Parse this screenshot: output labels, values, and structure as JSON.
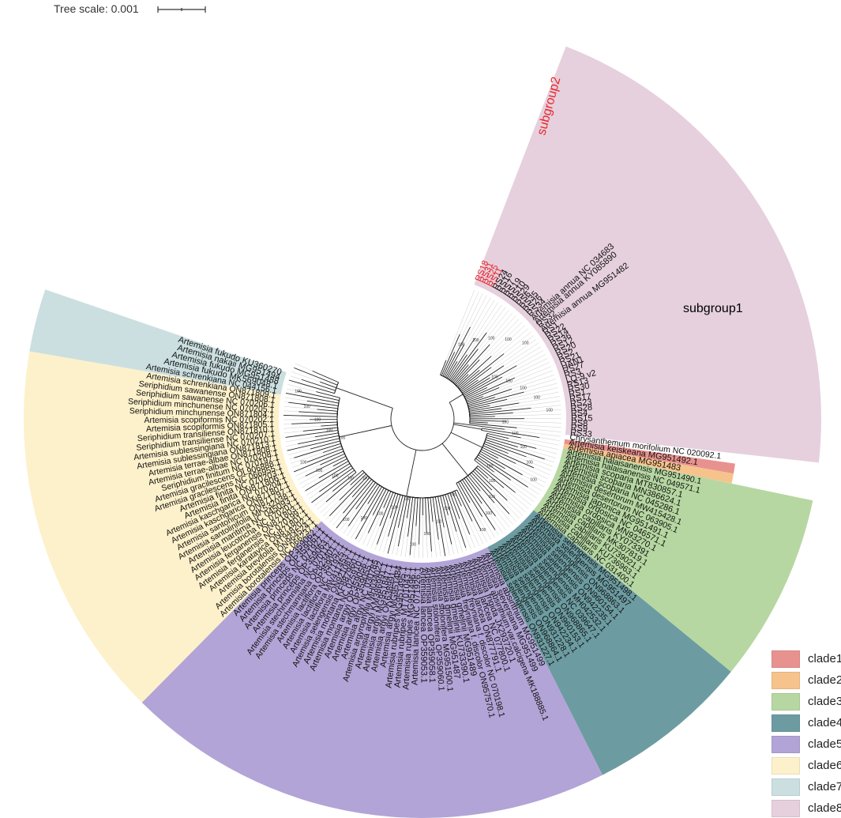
{
  "scale": {
    "label": "Tree scale: 0.001"
  },
  "subgroups": [
    {
      "name": "subgroup1",
      "color": "#000000"
    },
    {
      "name": "subgroup2",
      "color": "#e8262b"
    }
  ],
  "clades": [
    {
      "name": "clade1",
      "color": "#e8928f"
    },
    {
      "name": "clade2",
      "color": "#f7c38c"
    },
    {
      "name": "clade3",
      "color": "#b6d7a1"
    },
    {
      "name": "clade4",
      "color": "#6c9ca1"
    },
    {
      "name": "clade5",
      "color": "#b2a4d6"
    },
    {
      "name": "clade6",
      "color": "#fdf1cb"
    },
    {
      "name": "clade7",
      "color": "#cbdfe1"
    },
    {
      "name": "clade8",
      "color": "#e6d0dd"
    }
  ],
  "leaves": [
    {
      "label": "RS18",
      "clade": 8,
      "red": true
    },
    {
      "label": "RS31",
      "clade": 8,
      "red": true
    },
    {
      "label": "RS25",
      "clade": 8,
      "red": true
    },
    {
      "label": "RS11",
      "clade": 8,
      "red": true
    },
    {
      "label": "RS24",
      "clade": 8
    },
    {
      "label": "RS16",
      "clade": 8
    },
    {
      "label": "RS7",
      "clade": 8
    },
    {
      "label": "RS19",
      "clade": 8
    },
    {
      "label": "RS10",
      "clade": 8
    },
    {
      "label": "RS29",
      "clade": 8
    },
    {
      "label": "RS6",
      "clade": 8
    },
    {
      "label": "RS35",
      "clade": 8
    },
    {
      "label": "RS26",
      "clade": 8
    },
    {
      "label": "RS34",
      "clade": 8
    },
    {
      "label": "Artemisia annua NC 034683",
      "clade": 8
    },
    {
      "label": "Artemisia annua KY085890",
      "clade": 8
    },
    {
      "label": "RS32",
      "clade": 8
    },
    {
      "label": "Artemisia annua MG951482",
      "clade": 8
    },
    {
      "label": "RS1",
      "clade": 8
    },
    {
      "label": "RS22",
      "clade": 8
    },
    {
      "label": "RS14",
      "clade": 8
    },
    {
      "label": "RS36",
      "clade": 8
    },
    {
      "label": "RS12",
      "clade": 8
    },
    {
      "label": "RS20",
      "clade": 8
    },
    {
      "label": "RS2",
      "clade": 8
    },
    {
      "label": "RS21",
      "clade": 8
    },
    {
      "label": "HAN1",
      "clade": 8
    },
    {
      "label": "RS27",
      "clade": 8
    },
    {
      "label": "RS3",
      "clade": 8
    },
    {
      "label": "LQ-9 v2",
      "clade": 8
    },
    {
      "label": "RS13",
      "clade": 8
    },
    {
      "label": "RS30",
      "clade": 8
    },
    {
      "label": "RS1",
      "clade": 8
    },
    {
      "label": "RS17",
      "clade": 8
    },
    {
      "label": "RS23",
      "clade": 8
    },
    {
      "label": "RS28",
      "clade": 8
    },
    {
      "label": "RS4",
      "clade": 8
    },
    {
      "label": "RS15",
      "clade": 8
    },
    {
      "label": "RS8",
      "clade": 8
    },
    {
      "label": "RS9",
      "clade": 8
    },
    {
      "label": "RS33",
      "clade": 8
    },
    {
      "label": "Chrysanthemum morifolium NC 020092.1",
      "clade": 0
    },
    {
      "label": "Artemisia keiskeana MG951492.1",
      "clade": 1
    },
    {
      "label": "Artemisia apiacea MG951483",
      "clade": 2
    },
    {
      "label": "Artemisia halaisanensis MG951490.1",
      "clade": 3
    },
    {
      "label": "Artemisia halaisanensis NC 049571.1",
      "clade": 3
    },
    {
      "label": "Artemisia scoparia MT830857.1",
      "clade": 3
    },
    {
      "label": "Artemisia scoparia MN386624.1",
      "clade": 3
    },
    {
      "label": "Artemisia scoparia NC 045286.1",
      "clade": 3
    },
    {
      "label": "Artemisia desertorum MW415428.1",
      "clade": 3
    },
    {
      "label": "Artemisia desertorum NC 063905.1",
      "clade": 3
    },
    {
      "label": "Artemisia japonica MG951491.1",
      "clade": 3
    },
    {
      "label": "Artemisia ordosica NC 046571.1",
      "clade": 3
    },
    {
      "label": "Artemisia ordosica MN93270.1",
      "clade": 3
    },
    {
      "label": "Artemisia capillaris KY073391",
      "clade": 3
    },
    {
      "label": "Artemisia capillaris MK307819.1",
      "clade": 3
    },
    {
      "label": "Artemisia capillaris KU739021.1",
      "clade": 3
    },
    {
      "label": "Artemisia capillaris KU736963.1",
      "clade": 3
    },
    {
      "label": "Artemisia capillaris NC 031400.1",
      "clade": 3
    },
    {
      "label": "Artemisia selengensis MG951498.1",
      "clade": 4
    },
    {
      "label": "Artemisia selengensis MG951497",
      "clade": 4
    },
    {
      "label": "Artemisia selengensis ON968863.1",
      "clade": 4
    },
    {
      "label": "Artemisia selengensis ON960154.1",
      "clade": 4
    },
    {
      "label": "Artemisia selengensis ON942235.1",
      "clade": 4
    },
    {
      "label": "Artemisia selengensis MH042532.1",
      "clade": 4
    },
    {
      "label": "Artemisia selengensis NC 039647.1",
      "clade": 4
    },
    {
      "label": "Artemisia selengensis ON968865.1",
      "clade": 4
    },
    {
      "label": "Artemisia selengensis ON960153.1",
      "clade": 4
    },
    {
      "label": "Artemisia selengensis ON942234.1",
      "clade": 4
    },
    {
      "label": "Artemisia selengensis ON931228.1",
      "clade": 4
    },
    {
      "label": "Artemisia selengensis ON968864.1",
      "clade": 4
    },
    {
      "label": "Artemisia selengensis ON931227.1",
      "clade": 4
    },
    {
      "label": "Artemisia absinthium MG951499",
      "clade": 5
    },
    {
      "label": "Artemisia sieversiana MG951499",
      "clade": 5
    },
    {
      "label": "Artemisia absinthium var.calcigena MK188885.1",
      "clade": 5
    },
    {
      "label": "Artemisia frigida JX293720.1",
      "clade": 5
    },
    {
      "label": "Artemisia lancea NC 077800.1",
      "clade": 5
    },
    {
      "label": "Artemisia lancea ON877791.1",
      "clade": 5
    },
    {
      "label": "Artemisia freyniana f. discolor NC 070198.1",
      "clade": 5
    },
    {
      "label": "Artemisia freyniana f. discolor ON957570.1",
      "clade": 5
    },
    {
      "label": "Artemisia gmelinii MG951489",
      "clade": 5
    },
    {
      "label": "Artemisia gmelinii KU733390.1",
      "clade": 5
    },
    {
      "label": "Artemisia gmelinii MG951487",
      "clade": 5
    },
    {
      "label": "Artemisia stolonifera MG951500.1",
      "clade": 5
    },
    {
      "label": "Artemisia stolonifera OP359060.1",
      "clade": 5
    },
    {
      "label": "Artemisia lancea OP359058.1",
      "clade": 5
    },
    {
      "label": "Artemisia lancea OP359053.1",
      "clade": 5
    },
    {
      "label": "Artemisia lancea NC 071926.1",
      "clade": 5
    },
    {
      "label": "Artemisia rubripes MG951496.1",
      "clade": 5
    },
    {
      "label": "Artemisia rubripes MT701043.1",
      "clade": 5
    },
    {
      "label": "Artemisia rubripes MG951495.1",
      "clade": 5
    },
    {
      "label": "Artemisia argyi MG951484",
      "clade": 5
    },
    {
      "label": "Artemisia argyi OK638991.1",
      "clade": 5
    },
    {
      "label": "Artemisia argyi MG951847.1",
      "clade": 5
    },
    {
      "label": "Artemisia argyi KM386991.1",
      "clade": 5
    },
    {
      "label": "Artemisia argyrophylla MH034022",
      "clade": 5
    },
    {
      "label": "Artemisia argyi NC 030785",
      "clade": 5
    },
    {
      "label": "Artemisia argyi OP359055.1",
      "clade": 5
    },
    {
      "label": "Artemisia argyi OP359056.1",
      "clade": 5
    },
    {
      "label": "Artemisia montana NC 025910.1",
      "clade": 5
    },
    {
      "label": "Artemisia montana KF887960.1",
      "clade": 5
    },
    {
      "label": "Artemisia selengensis ON921081.1",
      "clade": 5
    },
    {
      "label": "Artemisia lactiflora MW411453.1",
      "clade": 5
    },
    {
      "label": "Artemisia lactiflora NC 071925.1",
      "clade": 5
    },
    {
      "label": "Artemisia lactiflora OP359057.1",
      "clade": 5
    },
    {
      "label": "Artemisia stechmanniana OP823401.1",
      "clade": 5
    },
    {
      "label": "Artemisia stechmanniana NC 070112.1",
      "clade": 5
    },
    {
      "label": "Artemisia princeps OP359063.1",
      "clade": 5
    },
    {
      "label": "Artemisia princeps NC 071927.1",
      "clade": 5
    },
    {
      "label": "Artemisia princeps OP359061.1",
      "clade": 5
    },
    {
      "label": "Artemisia princeps OP359062.1",
      "clade": 5
    },
    {
      "label": "Artemisia borotalensis NC 066237.1",
      "clade": 6
    },
    {
      "label": "Artemisia borotalensis ON964524.1",
      "clade": 6
    },
    {
      "label": "Artemisia brevifolia MT948202.1",
      "clade": 6
    },
    {
      "label": "Artemisia karatavica ON871801.1",
      "clade": 6
    },
    {
      "label": "Artemisia ferganensis NC 070199.1",
      "clade": 6
    },
    {
      "label": "Artemisia ferganensis ON871803.1",
      "clade": 6
    },
    {
      "label": "Artemisia leucotricha NC 070201.1",
      "clade": 6
    },
    {
      "label": "Artemisia maritima NC 045093.1",
      "clade": 6
    },
    {
      "label": "Artemisia santolinifolia MK532038.1",
      "clade": 6
    },
    {
      "label": "Artemisia santonicum ON871797.1",
      "clade": 6
    },
    {
      "label": "Artemisia kaschgarica ON871807.1",
      "clade": 6
    },
    {
      "label": "Artemisia kaschgarica NC 070204.1",
      "clade": 6
    },
    {
      "label": "Artemisia finita ON871806.1",
      "clade": 6
    },
    {
      "label": "Artemisia finita NC 070203.1",
      "clade": 6
    },
    {
      "label": "Artemisia gracilescens NC 066955.1",
      "clade": 6
    },
    {
      "label": "Artemisia gracilescens OL906888.1",
      "clade": 6
    },
    {
      "label": "Seriphidium finitum NC 070197.1",
      "clade": 6
    },
    {
      "label": "Artemisia terrae-albae NC 070208.1",
      "clade": 6
    },
    {
      "label": "Artemisia terrae-albae ON871808.1",
      "clade": 6
    },
    {
      "label": "Artemisia sublessingiana ON871813.1",
      "clade": 6
    },
    {
      "label": "Artemisia sublessingiana NC 070210.1",
      "clade": 6
    },
    {
      "label": "Seriphidium transiliense NC 070207.1",
      "clade": 6
    },
    {
      "label": "Seriphidium transiliense ON871810.1",
      "clade": 6
    },
    {
      "label": "Artemisia scopiformis ON871805.1",
      "clade": 6
    },
    {
      "label": "Artemisia scopiformis NC 070202.1",
      "clade": 6
    },
    {
      "label": "Seriphidium minchunense ON871804.1",
      "clade": 6
    },
    {
      "label": "Seriphidium minchunense NC 070205.1",
      "clade": 6
    },
    {
      "label": "Seriphidium sawanense NC 070206.1",
      "clade": 6
    },
    {
      "label": "Seriphidium sawanense ON871808.1",
      "clade": 6
    },
    {
      "label": "Artemisia schrenkiana ON871809.1",
      "clade": 6
    },
    {
      "label": "Artemisia schrenkiana NC 044156.1",
      "clade": 7
    },
    {
      "label": "Artemisia fukudo MK569048.1",
      "clade": 7
    },
    {
      "label": "Artemisia fukudo MG951488",
      "clade": 7
    },
    {
      "label": "Artemisia nakaii MG951494",
      "clade": 7
    },
    {
      "label": "Artemisia fukudo KU360270",
      "clade": 7
    }
  ],
  "bootstraps": [
    "100",
    "100",
    "100",
    "100",
    "100",
    "100",
    "100",
    "100",
    "100",
    "100",
    "100",
    "100",
    "100",
    "100",
    "100",
    "100",
    "100",
    "100",
    "100",
    "100",
    "100",
    "100",
    "100",
    "100",
    "100",
    "100",
    "100",
    "100",
    "100",
    "100",
    "100",
    "100",
    "100",
    "100",
    "100",
    "100",
    "100",
    "100",
    "100",
    "100"
  ]
}
